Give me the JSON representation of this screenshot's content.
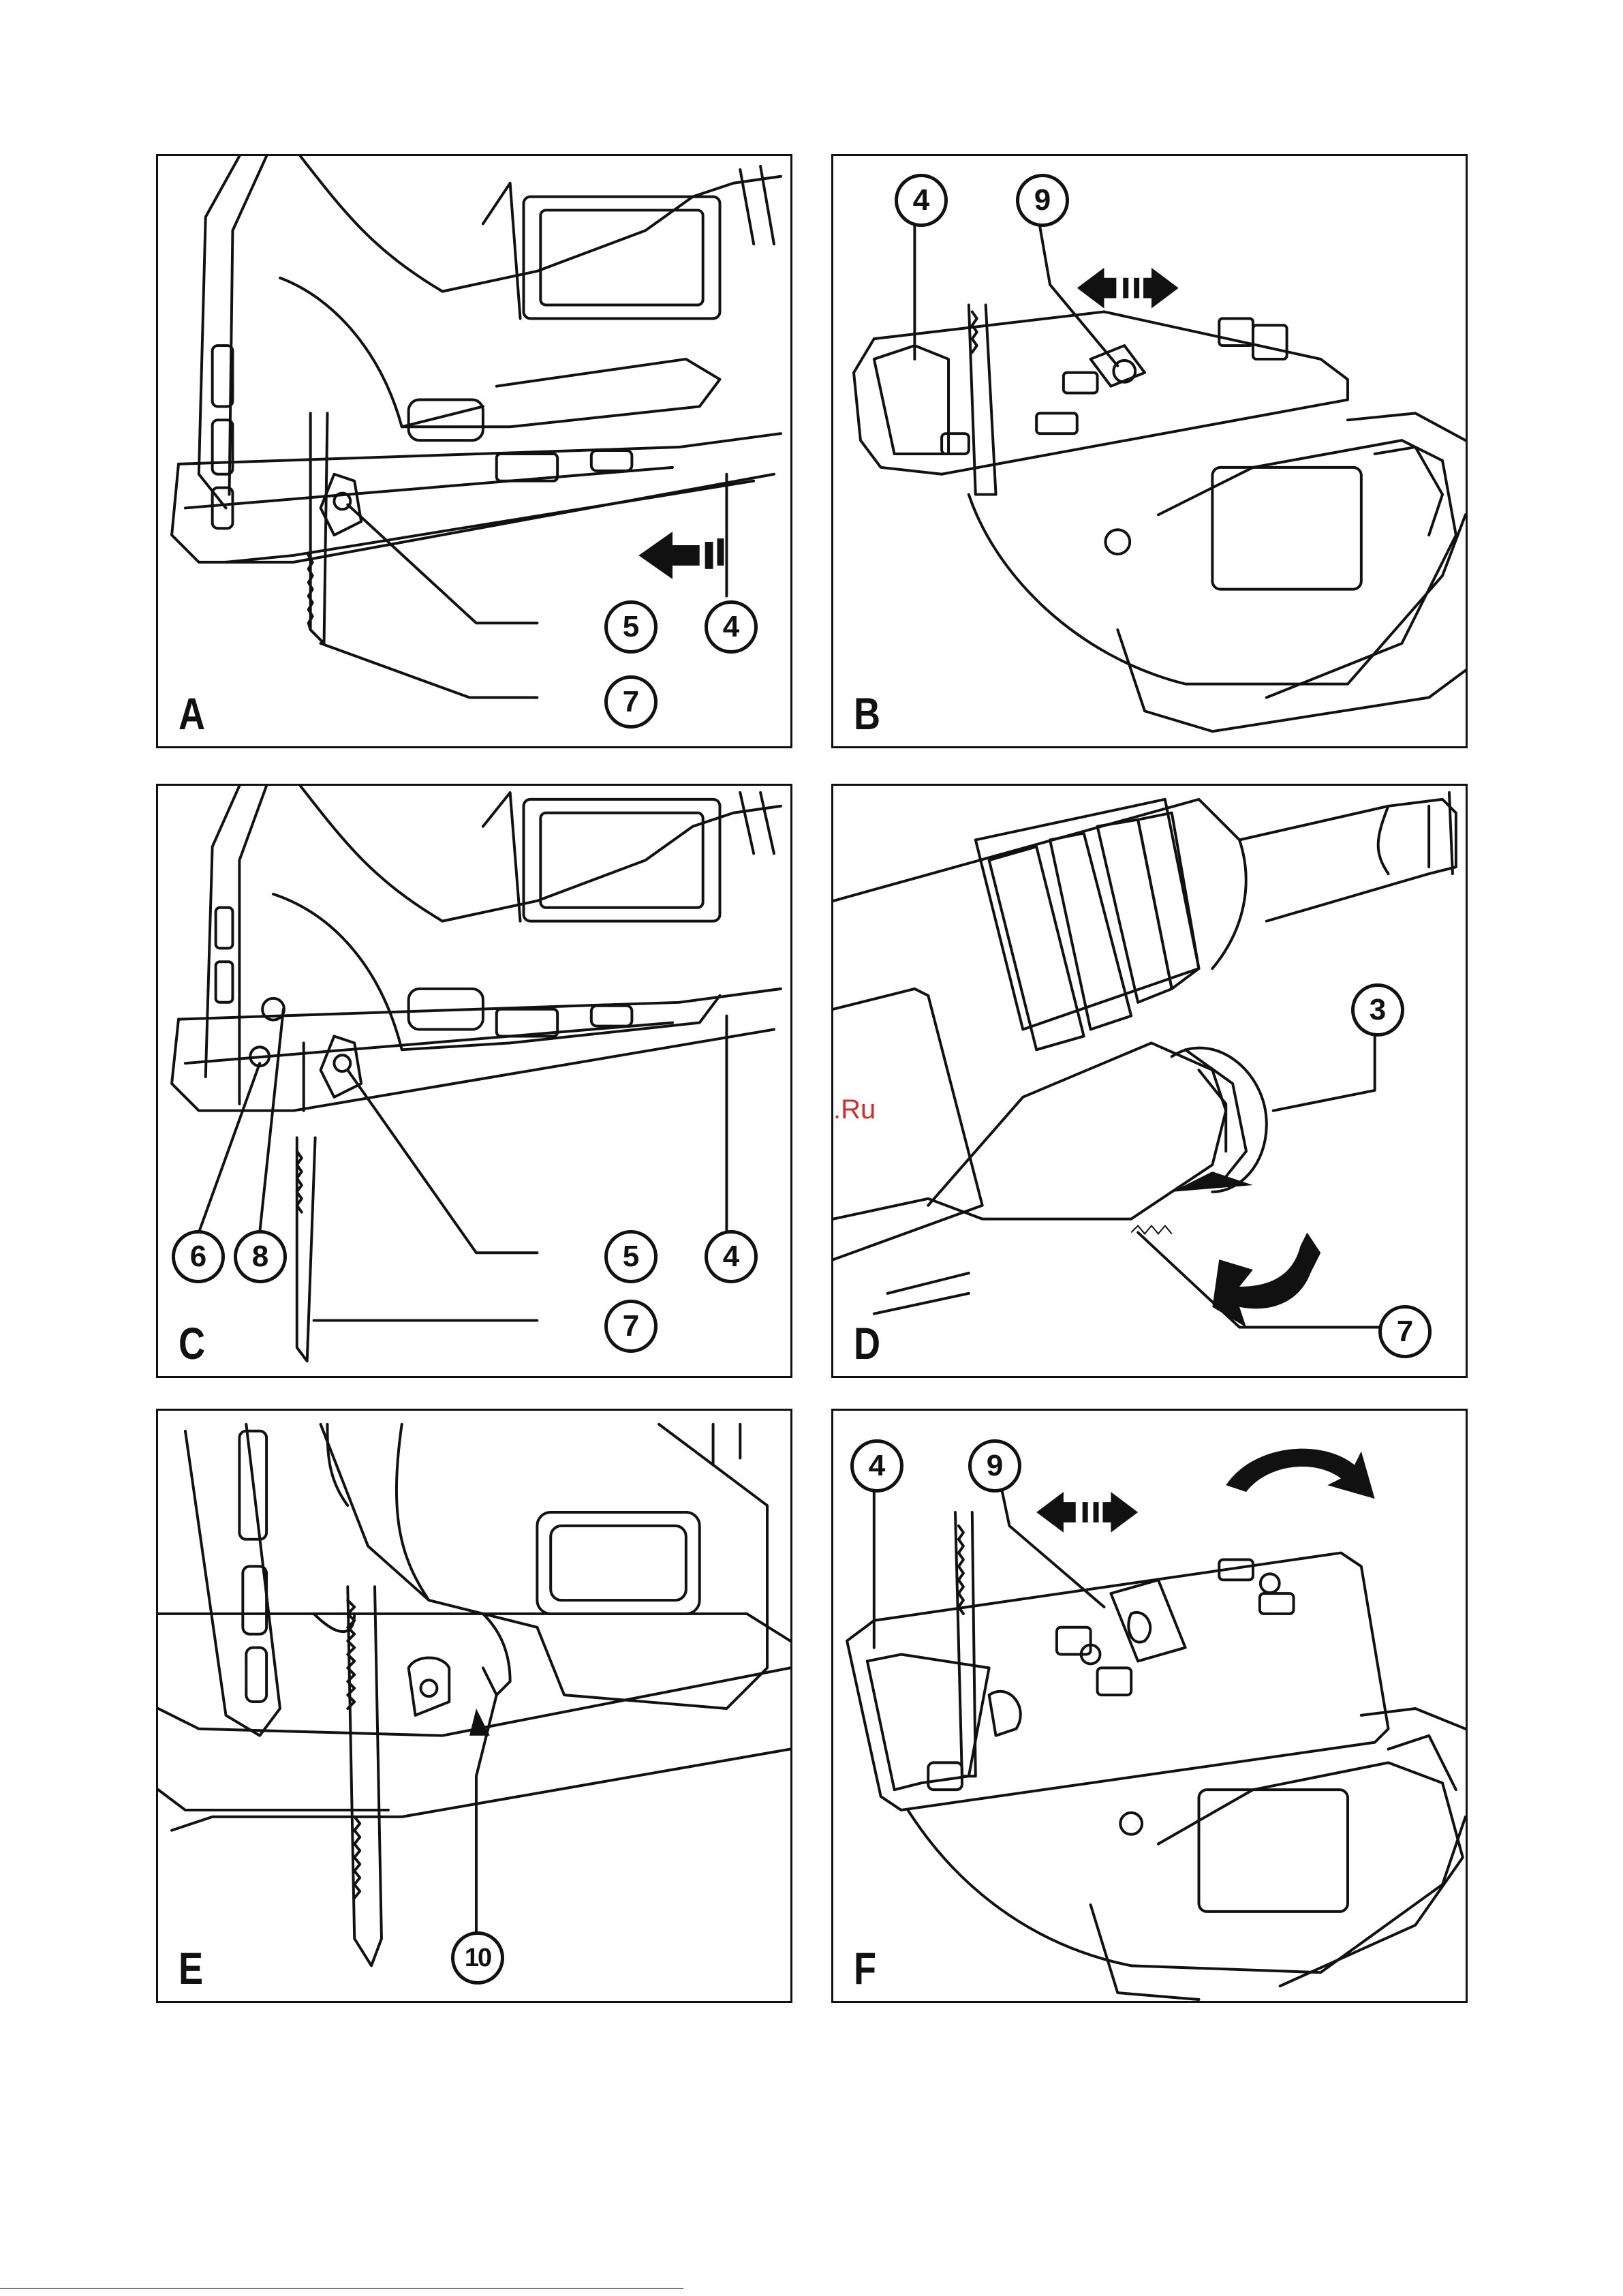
{
  "watermark": "McGrp.Ru",
  "panels": {
    "A": {
      "letter": "A",
      "callouts": [
        "5",
        "4",
        "7"
      ]
    },
    "B": {
      "letter": "B",
      "callouts": [
        "4",
        "9"
      ]
    },
    "C": {
      "letter": "C",
      "callouts": [
        "6",
        "8",
        "5",
        "4",
        "7"
      ]
    },
    "D": {
      "letter": "D",
      "callouts": [
        "3",
        "7"
      ]
    },
    "E": {
      "letter": "E",
      "callouts": [
        "10"
      ]
    },
    "F": {
      "letter": "F",
      "callouts": [
        "4",
        "9"
      ]
    }
  },
  "colors": {
    "line": "#111111",
    "watermark": "#d82a2a",
    "background": "#ffffff"
  }
}
